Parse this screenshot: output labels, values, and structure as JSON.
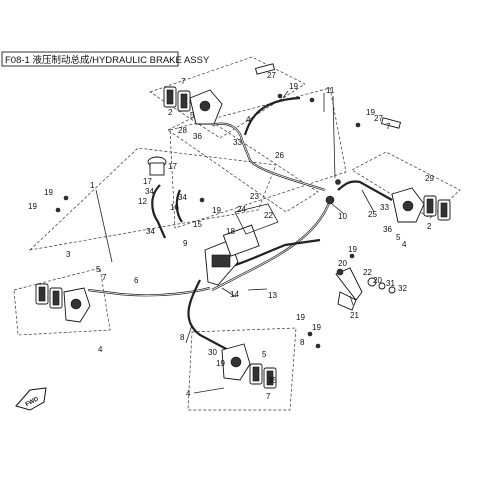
{
  "diagram": {
    "title": "F08-1 液压制动总成/HYDRAULIC BRAKE ASSY",
    "fwd_label": "FWD",
    "callouts": [
      {
        "id": "c27a",
        "label": "27"
      },
      {
        "id": "c7a",
        "label": "7"
      },
      {
        "id": "c2a",
        "label": "2"
      },
      {
        "id": "c5a",
        "label": "5"
      },
      {
        "id": "c28a",
        "label": "28"
      },
      {
        "id": "c36a",
        "label": "36"
      },
      {
        "id": "c19a",
        "label": "19"
      },
      {
        "id": "c4a",
        "label": "4"
      },
      {
        "id": "c33a",
        "label": "33"
      },
      {
        "id": "c26",
        "label": "26"
      },
      {
        "id": "c11",
        "label": "11"
      },
      {
        "id": "c19b",
        "label": "19"
      },
      {
        "id": "c27b",
        "label": "27"
      },
      {
        "id": "c7b",
        "label": "7"
      },
      {
        "id": "c33b",
        "label": "33"
      },
      {
        "id": "c1",
        "label": "1"
      },
      {
        "id": "c10",
        "label": "10"
      },
      {
        "id": "c25",
        "label": "25"
      },
      {
        "id": "c29",
        "label": "29"
      },
      {
        "id": "c36b",
        "label": "36"
      },
      {
        "id": "c5b",
        "label": "5"
      },
      {
        "id": "c2b",
        "label": "2"
      },
      {
        "id": "c4b",
        "label": "4"
      },
      {
        "id": "c19c",
        "label": "19"
      },
      {
        "id": "c19d",
        "label": "19"
      },
      {
        "id": "c17a",
        "label": "17"
      },
      {
        "id": "c17b",
        "label": "17"
      },
      {
        "id": "c34a",
        "label": "34"
      },
      {
        "id": "c34b",
        "label": "34"
      },
      {
        "id": "c12",
        "label": "12"
      },
      {
        "id": "c16",
        "label": "16"
      },
      {
        "id": "c34c",
        "label": "34"
      },
      {
        "id": "c19e",
        "label": "19"
      },
      {
        "id": "c23",
        "label": "23"
      },
      {
        "id": "c24",
        "label": "24"
      },
      {
        "id": "c22a",
        "label": "22"
      },
      {
        "id": "c9",
        "label": "9"
      },
      {
        "id": "c6",
        "label": "6"
      },
      {
        "id": "c15",
        "label": "15"
      },
      {
        "id": "c18",
        "label": "18"
      },
      {
        "id": "c3",
        "label": "3"
      },
      {
        "id": "c5c",
        "label": "5"
      },
      {
        "id": "c7c",
        "label": "7"
      },
      {
        "id": "c8a",
        "label": "8"
      },
      {
        "id": "c14",
        "label": "14"
      },
      {
        "id": "c13",
        "label": "13"
      },
      {
        "id": "c19f",
        "label": "19"
      },
      {
        "id": "c20a",
        "label": "20"
      },
      {
        "id": "c22b",
        "label": "22"
      },
      {
        "id": "c20b",
        "label": "20"
      },
      {
        "id": "c31",
        "label": "31"
      },
      {
        "id": "c32",
        "label": "32"
      },
      {
        "id": "c21",
        "label": "21"
      },
      {
        "id": "c19g",
        "label": "19"
      },
      {
        "id": "c19h",
        "label": "19"
      },
      {
        "id": "c4c",
        "label": "4"
      },
      {
        "id": "c8b",
        "label": "8"
      },
      {
        "id": "c30",
        "label": "30"
      },
      {
        "id": "c5d",
        "label": "5"
      },
      {
        "id": "c19i",
        "label": "19"
      },
      {
        "id": "c35",
        "label": "35"
      },
      {
        "id": "c4d",
        "label": "4"
      },
      {
        "id": "c7d",
        "label": "7"
      }
    ]
  }
}
